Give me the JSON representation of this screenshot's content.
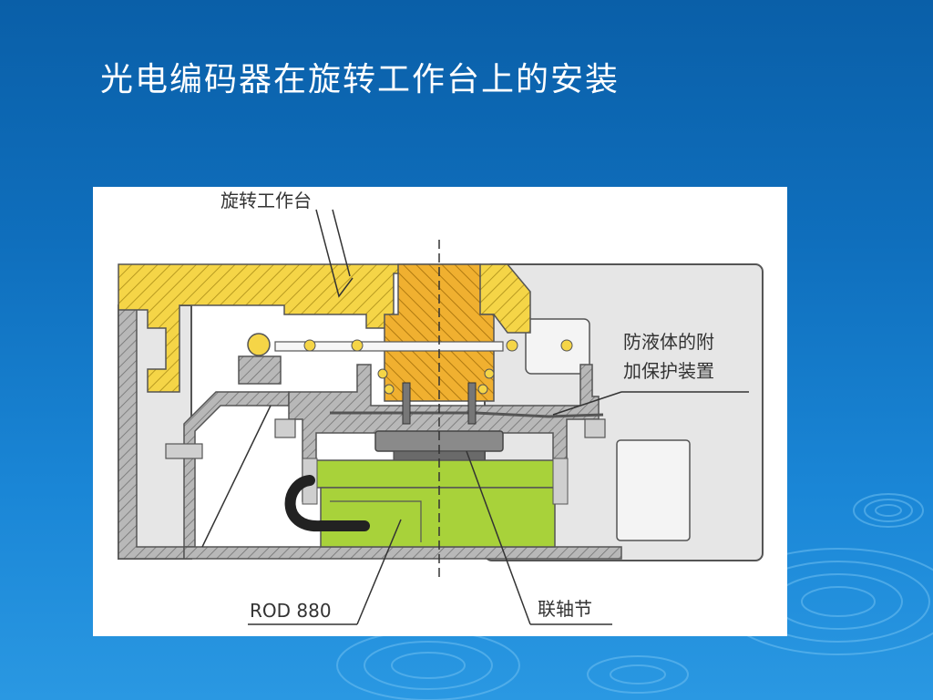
{
  "slide": {
    "title": "光电编码器在旋转工作台上的安装"
  },
  "diagram": {
    "labels": {
      "rotary_table": "旋转工作台",
      "protection_line1": "防液体的附",
      "protection_line2": "加保护装置",
      "encoder_model": "ROD 880",
      "coupling": "联轴节"
    },
    "colors": {
      "table_yellow": "#f5d547",
      "shaft_orange": "#f0b030",
      "encoder_green": "#a8d23a",
      "housing_gray": "#9a9a9a",
      "background": "#0f6fbd"
    }
  }
}
